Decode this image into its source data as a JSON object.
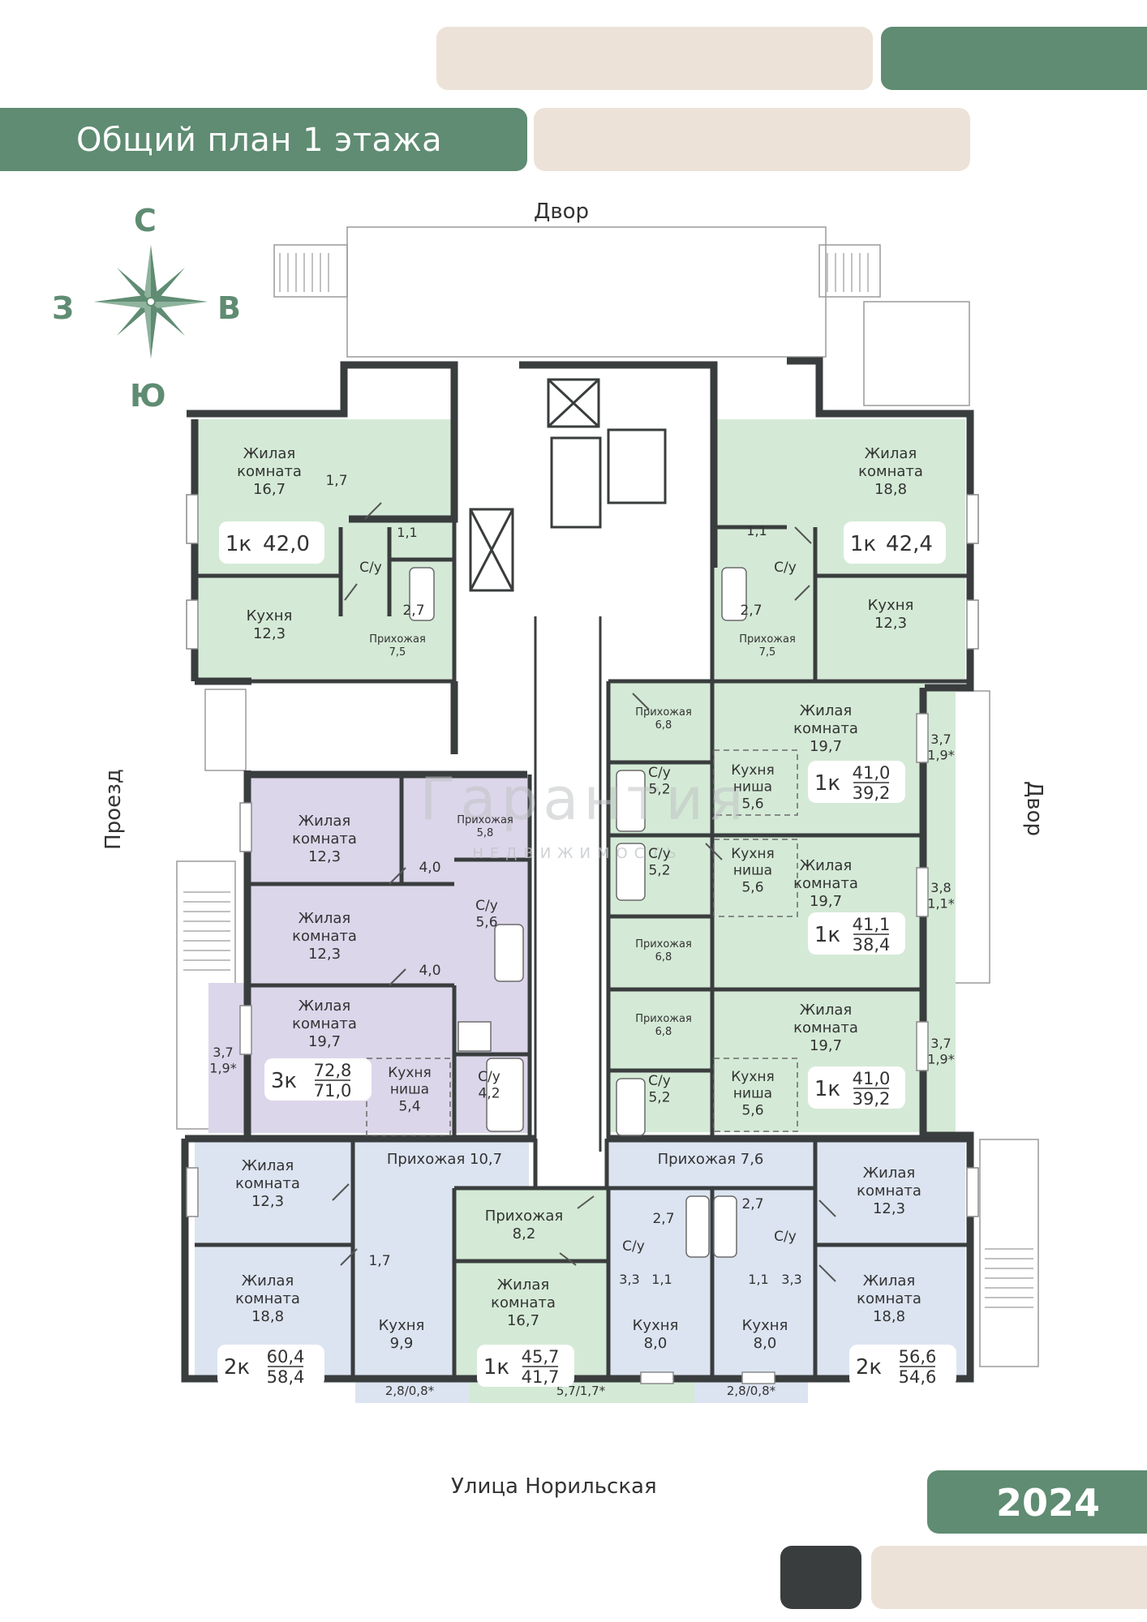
{
  "header": {
    "title": "Общий план 1 этажа"
  },
  "compass": {
    "north": "С",
    "south": "Ю",
    "west": "З",
    "east": "В"
  },
  "streets": {
    "top": "Двор",
    "bottom": "Улица Норильская",
    "left": "Проезд",
    "right": "Двор"
  },
  "watermark": {
    "name": "Гарантия",
    "sub": "НЕДВИЖИМОСТЬ"
  },
  "footer": {
    "year": "2024"
  },
  "colors": {
    "brand_green": "#5f8c72",
    "beige": "#ece2d7",
    "dark": "#3a3d3e",
    "apt_green": "#d4ead6",
    "apt_purple": "#dcd6ea",
    "apt_blue": "#dce4f1",
    "wall": "#3a3d3e"
  },
  "rooms": [
    {
      "id": "r1",
      "lines": [
        "Жилая",
        "комната",
        "16,7"
      ]
    },
    {
      "id": "r2",
      "lines": [
        "1,7"
      ]
    },
    {
      "id": "r3",
      "lines": [
        "1,1"
      ]
    },
    {
      "id": "r4",
      "lines": [
        "С/у"
      ]
    },
    {
      "id": "r5",
      "lines": [
        "2,7"
      ]
    },
    {
      "id": "r6",
      "lines": [
        "Кухня",
        "12,3"
      ]
    },
    {
      "id": "r7",
      "lines": [
        "Прихожая",
        "7,5"
      ]
    },
    {
      "id": "r8",
      "lines": [
        "Жилая",
        "комната",
        "18,8"
      ]
    },
    {
      "id": "r9",
      "lines": [
        "1,1"
      ]
    },
    {
      "id": "r10",
      "lines": [
        "С/у"
      ]
    },
    {
      "id": "r11",
      "lines": [
        "2,7"
      ]
    },
    {
      "id": "r12",
      "lines": [
        "Кухня",
        "12,3"
      ]
    },
    {
      "id": "r13",
      "lines": [
        "Прихожая",
        "7,5"
      ]
    },
    {
      "id": "r14",
      "lines": [
        "Прихожая",
        "6,8"
      ]
    },
    {
      "id": "r15",
      "lines": [
        "Жилая",
        "комната",
        "19,7"
      ]
    },
    {
      "id": "r16",
      "lines": [
        "С/у",
        "5,2"
      ]
    },
    {
      "id": "r17",
      "lines": [
        "Кухня",
        "ниша",
        "5,6"
      ]
    },
    {
      "id": "r18",
      "lines": [
        "3,7",
        "1,9*"
      ]
    },
    {
      "id": "r19",
      "lines": [
        "Кухня",
        "ниша",
        "5,6"
      ]
    },
    {
      "id": "r20",
      "lines": [
        "С/у",
        "5,2"
      ]
    },
    {
      "id": "r21",
      "lines": [
        "Жилая",
        "комната",
        "19,7"
      ]
    },
    {
      "id": "r22",
      "lines": [
        "3,8",
        "1,1*"
      ]
    },
    {
      "id": "r23",
      "lines": [
        "Прихожая",
        "6,8"
      ]
    },
    {
      "id": "r24",
      "lines": [
        "Прихожая",
        "6,8"
      ]
    },
    {
      "id": "r25",
      "lines": [
        "Жилая",
        "комната",
        "19,7"
      ]
    },
    {
      "id": "r26",
      "lines": [
        "С/у",
        "5,2"
      ]
    },
    {
      "id": "r27",
      "lines": [
        "Кухня",
        "ниша",
        "5,6"
      ]
    },
    {
      "id": "r28",
      "lines": [
        "3,7",
        "1,9*"
      ]
    },
    {
      "id": "r29",
      "lines": [
        "Жилая",
        "комната",
        "12,3"
      ]
    },
    {
      "id": "r30",
      "lines": [
        "Прихожая",
        "5,8"
      ]
    },
    {
      "id": "r31",
      "lines": [
        "4,0"
      ]
    },
    {
      "id": "r32",
      "lines": [
        "Жилая",
        "комната",
        "12,3"
      ]
    },
    {
      "id": "r33",
      "lines": [
        "С/у",
        "5,6"
      ]
    },
    {
      "id": "r34",
      "lines": [
        "4,0"
      ]
    },
    {
      "id": "r35",
      "lines": [
        "Жилая",
        "комната",
        "19,7"
      ]
    },
    {
      "id": "r36",
      "lines": [
        "Кухня",
        "ниша",
        "5,4"
      ]
    },
    {
      "id": "r37",
      "lines": [
        "С/у",
        "4,2"
      ]
    },
    {
      "id": "r38",
      "lines": [
        "3,7",
        "1,9*"
      ]
    },
    {
      "id": "r39",
      "lines": [
        "Жилая",
        "комната",
        "12,3"
      ]
    },
    {
      "id": "r40",
      "lines": [
        "Прихожая 10,7"
      ]
    },
    {
      "id": "r41",
      "lines": [
        "Прихожая 7,6"
      ]
    },
    {
      "id": "r42",
      "lines": [
        "Жилая",
        "комната",
        "12,3"
      ]
    },
    {
      "id": "r43",
      "lines": [
        "Прихожая",
        "8,2"
      ]
    },
    {
      "id": "r44",
      "lines": [
        "2,7"
      ]
    },
    {
      "id": "r45",
      "lines": [
        "С/у"
      ]
    },
    {
      "id": "r46",
      "lines": [
        "2,7"
      ]
    },
    {
      "id": "r47",
      "lines": [
        "С/у"
      ]
    },
    {
      "id": "r48",
      "lines": [
        "1,7"
      ]
    },
    {
      "id": "r49",
      "lines": [
        "Жилая",
        "комната",
        "18,8"
      ]
    },
    {
      "id": "r50",
      "lines": [
        "Кухня",
        "9,9"
      ]
    },
    {
      "id": "r51",
      "lines": [
        "Жилая",
        "комната",
        "16,7"
      ]
    },
    {
      "id": "r52",
      "lines": [
        "3,3"
      ]
    },
    {
      "id": "r53",
      "lines": [
        "1,1"
      ]
    },
    {
      "id": "r54",
      "lines": [
        "Кухня",
        "8,0"
      ]
    },
    {
      "id": "r55",
      "lines": [
        "1,1"
      ]
    },
    {
      "id": "r56",
      "lines": [
        "3,3"
      ]
    },
    {
      "id": "r57",
      "lines": [
        "Кухня",
        "8,0"
      ]
    },
    {
      "id": "r58",
      "lines": [
        "Жилая",
        "комната",
        "18,8"
      ]
    },
    {
      "id": "r59",
      "lines": [
        "2,8/0,8*"
      ]
    },
    {
      "id": "r60",
      "lines": [
        "5,7/1,7*"
      ]
    },
    {
      "id": "r61",
      "lines": [
        "2,8/0,8*"
      ]
    }
  ],
  "apartments": [
    {
      "id": "a1",
      "rooms": "1к",
      "total": "42,0",
      "living": ""
    },
    {
      "id": "a2",
      "rooms": "1к",
      "total": "42,4",
      "living": ""
    },
    {
      "id": "a3",
      "rooms": "1к",
      "total": "41,0",
      "living": "39,2"
    },
    {
      "id": "a4",
      "rooms": "1к",
      "total": "41,1",
      "living": "38,4"
    },
    {
      "id": "a5",
      "rooms": "1к",
      "total": "41,0",
      "living": "39,2"
    },
    {
      "id": "a6",
      "rooms": "3к",
      "total": "72,8",
      "living": "71,0"
    },
    {
      "id": "a7",
      "rooms": "2к",
      "total": "60,4",
      "living": "58,4"
    },
    {
      "id": "a8",
      "rooms": "1к",
      "total": "45,7",
      "living": "41,7"
    },
    {
      "id": "a9",
      "rooms": "2к",
      "total": "56,6",
      "living": "54,6"
    }
  ]
}
